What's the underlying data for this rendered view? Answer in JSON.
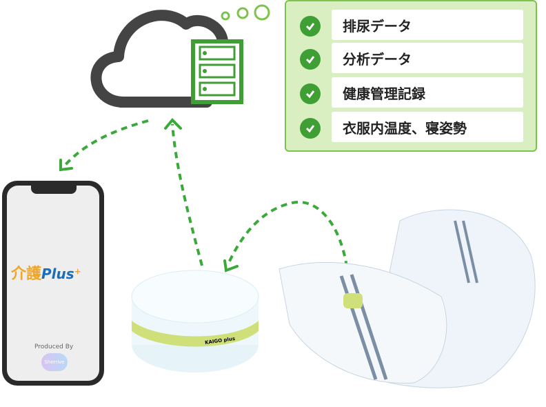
{
  "data_panel": {
    "items": [
      {
        "label": "排尿データ",
        "icon": "check-icon"
      },
      {
        "label": "分析データ",
        "icon": "check-icon"
      },
      {
        "label": "健康管理記録",
        "icon": "check-icon"
      },
      {
        "label": "衣服内温度、寝姿勢",
        "icon": "check-icon"
      }
    ]
  },
  "phone": {
    "app_logo_kanji": "介護",
    "app_logo_plus": "Plus",
    "app_logo_sup": "+",
    "produced_by": "Produced By",
    "company_logo": "Sherrive"
  },
  "sensor": {
    "label": "KAIGO plus"
  },
  "colors": {
    "accent": "#3f9e34",
    "arrow": "#3aa93a",
    "panel_bg": "#d9efc1",
    "cloud": "#444444"
  }
}
